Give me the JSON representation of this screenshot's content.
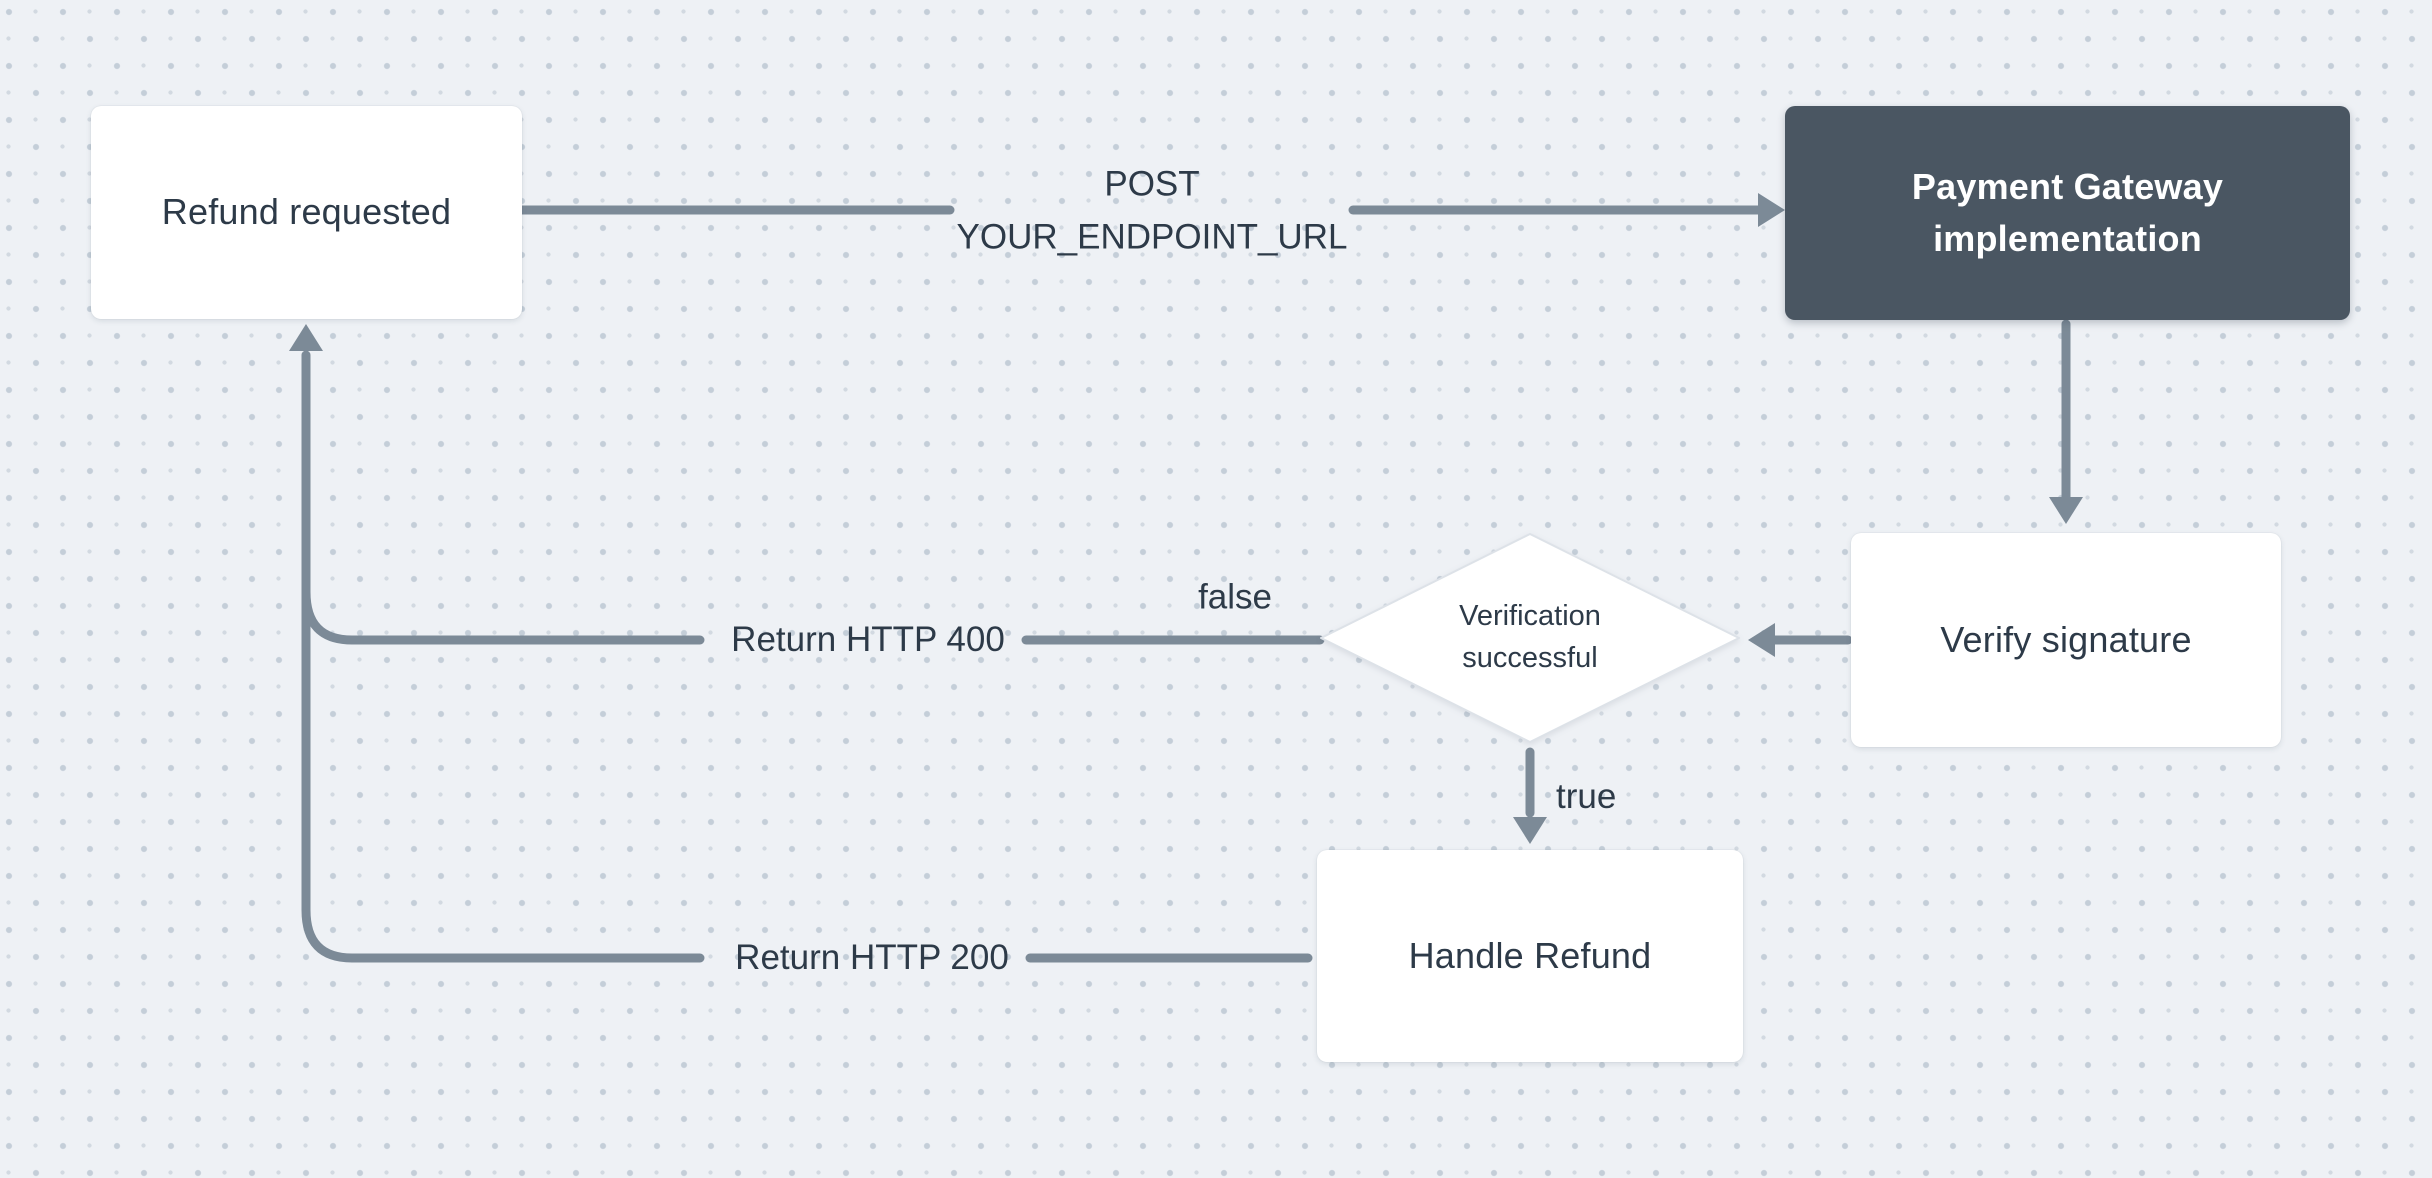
{
  "canvas": {
    "background_color": "#eef1f5",
    "dot_color": "#c4ced8",
    "line_color": "#7c8a97",
    "text_color": "#2d3a48",
    "dark_node_color": "#4a5662",
    "light_node_color": "#ffffff"
  },
  "nodes": {
    "refund_requested": {
      "label": "Refund requested"
    },
    "payment_gateway": {
      "line1": "Payment Gateway",
      "line2": "implementation"
    },
    "verify_signature": {
      "label": "Verify signature"
    },
    "verification_successful": {
      "line1": "Verification",
      "line2": "successful"
    },
    "handle_refund": {
      "label": "Handle Refund"
    }
  },
  "edge_labels": {
    "post_request_line1": "POST",
    "post_request_line2": "YOUR_ENDPOINT_URL",
    "false_branch": "false",
    "true_branch": "true",
    "return_http_400": "Return HTTP 400",
    "return_http_200": "Return HTTP 200"
  }
}
